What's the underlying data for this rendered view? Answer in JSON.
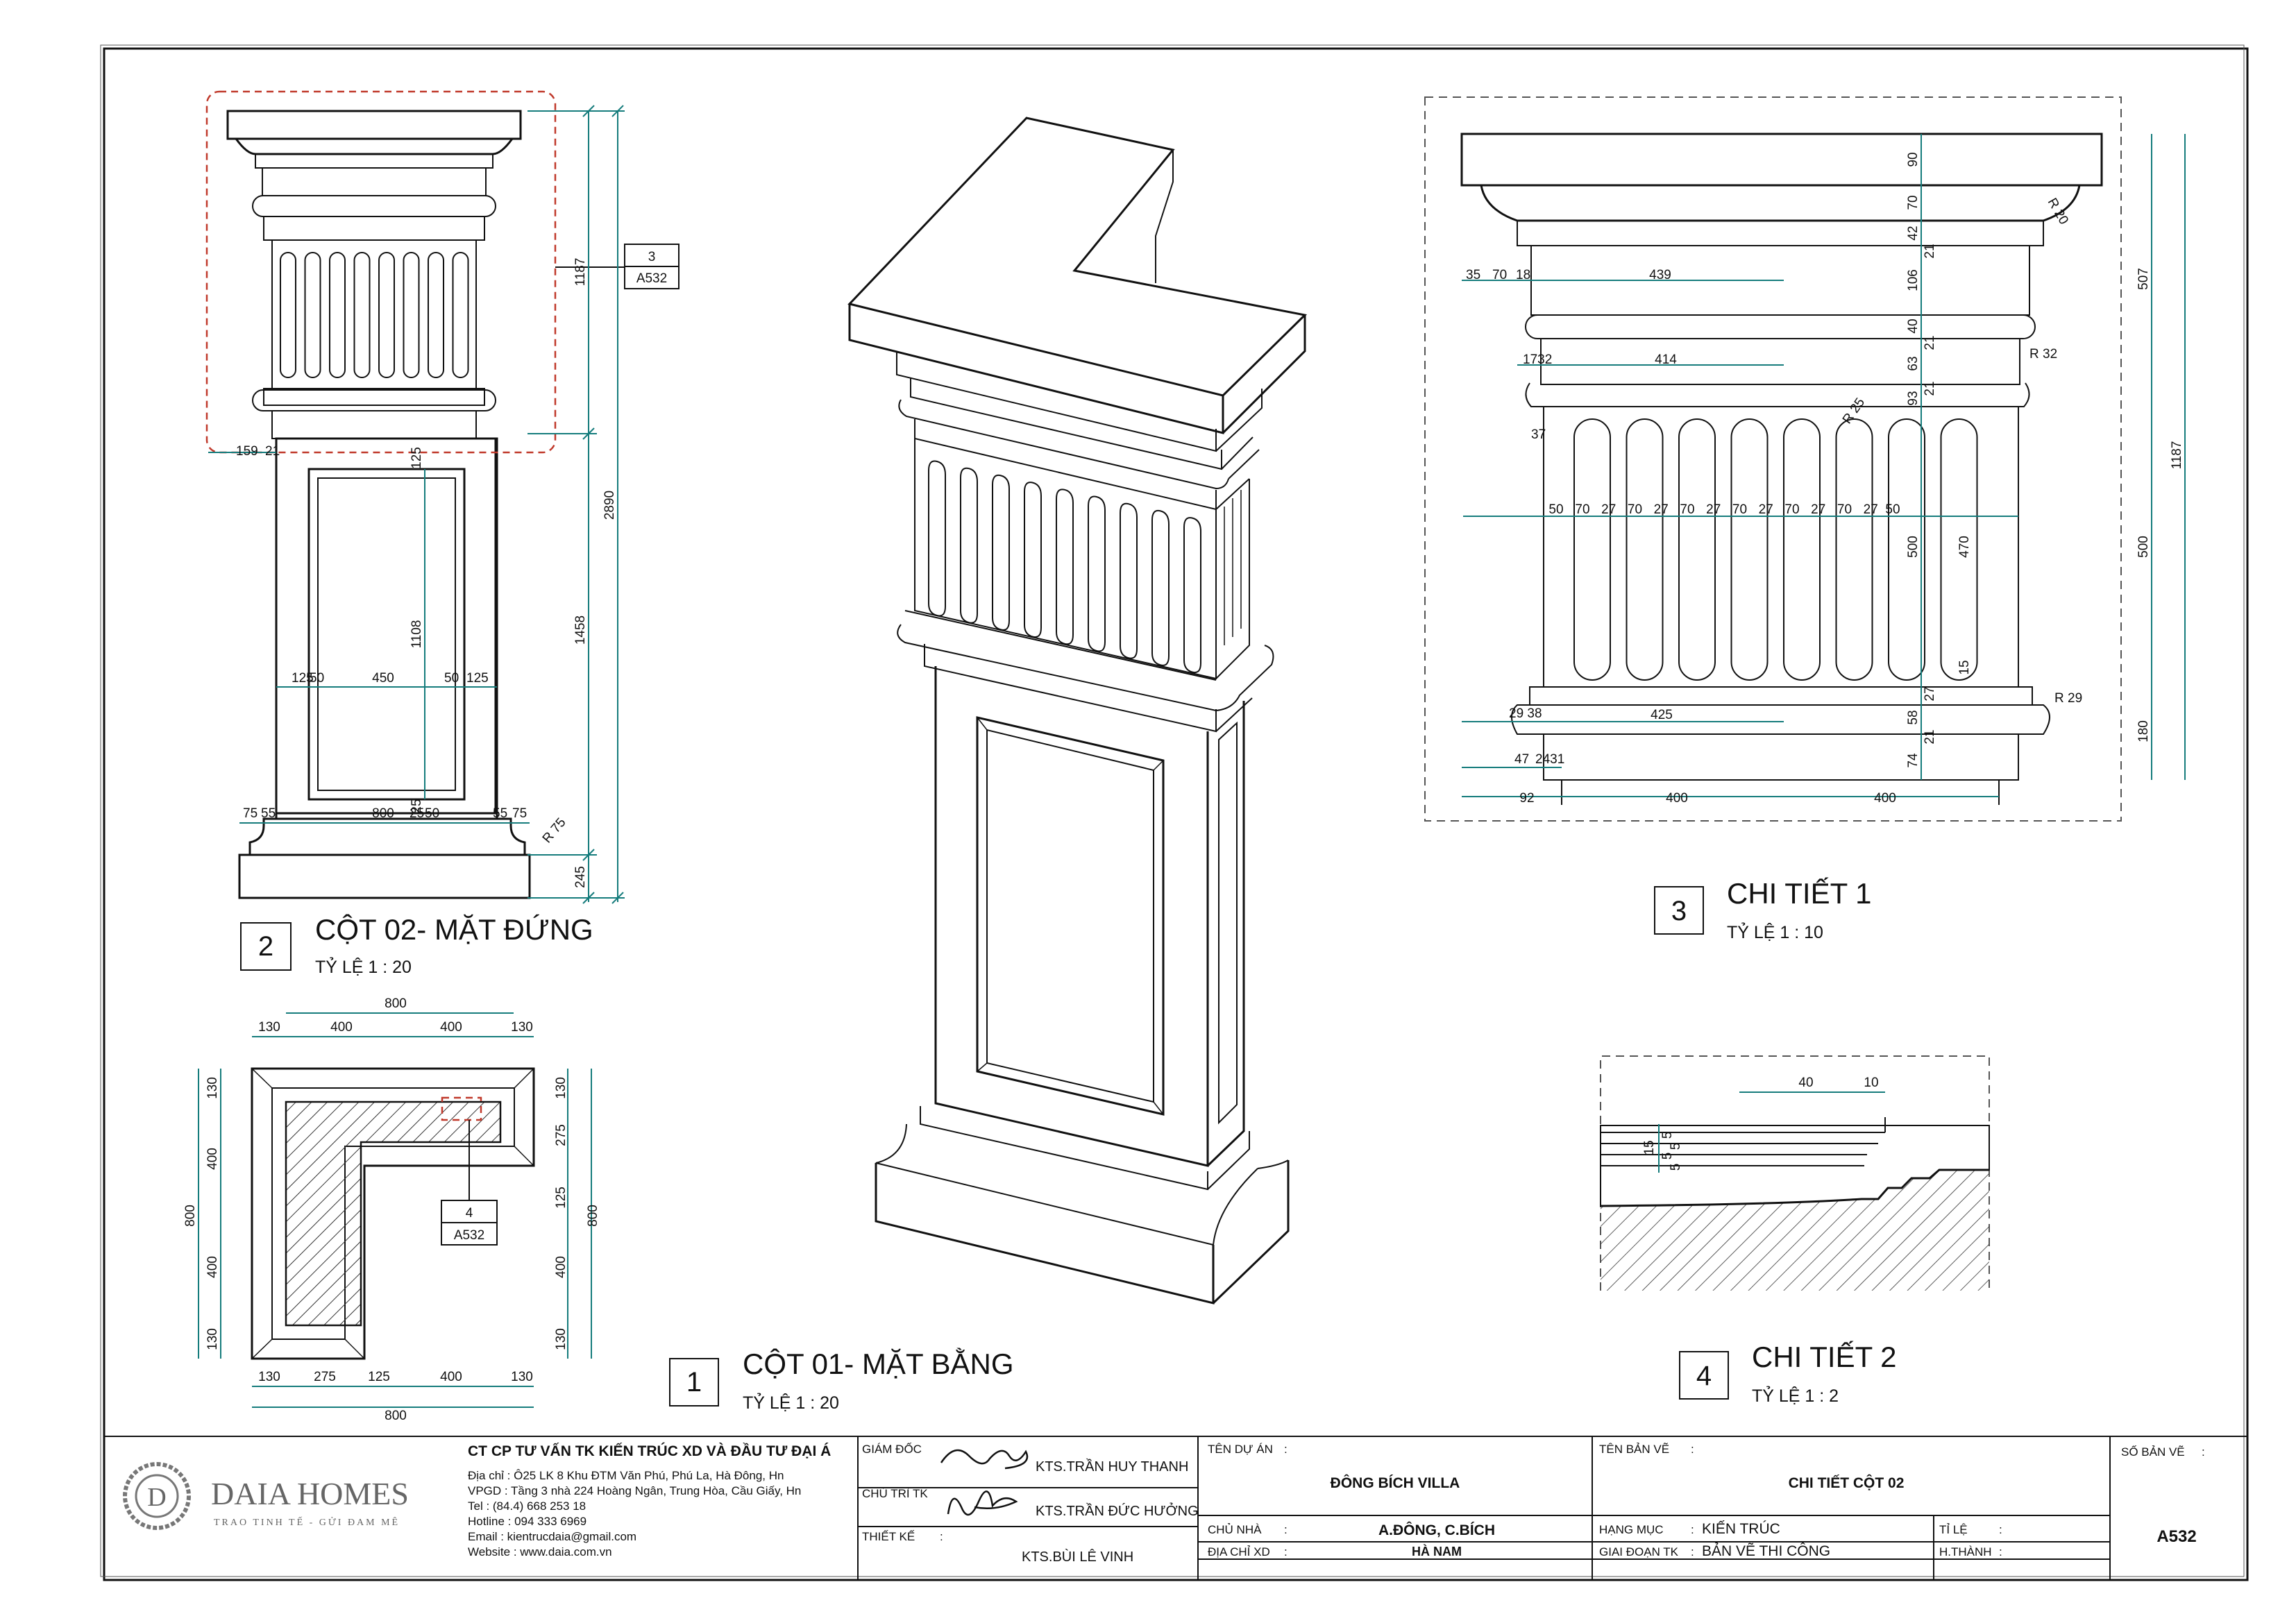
{
  "views": {
    "v1": {
      "number": "1",
      "title": "CỘT 01- MẶT BẰNG",
      "scale": "TỶ LỆ  1 : 20"
    },
    "v2": {
      "number": "2",
      "title": "CỘT 02- MẶT ĐỨNG",
      "scale": "TỶ LỆ  1 : 20"
    },
    "v3": {
      "number": "3",
      "title": "CHI TIẾT 1",
      "scale": "TỶ LỆ  1 : 10"
    },
    "v4": {
      "number": "4",
      "title": "CHI TIẾT 2",
      "scale": "TỶ LỆ  1 : 2"
    }
  },
  "callouts": {
    "c3": {
      "num": "3",
      "sheet": "A532"
    },
    "c4": {
      "num": "4",
      "sheet": "A532"
    }
  },
  "dims": {
    "elev": {
      "h1187": "1187",
      "h2890": "2890",
      "h1458": "1458",
      "h245": "245",
      "h1108": "1108",
      "w125a": "125",
      "w50a": "50",
      "w450": "450",
      "w50b": "50",
      "w125b": "125",
      "w75a": "75",
      "w55a": "55",
      "w800": "800",
      "w25a": "25",
      "w50c": "50",
      "w55b": "55",
      "w75b": "75",
      "w159": "159",
      "w21": "21",
      "h125": "125",
      "h25": "25",
      "r75": "R 75"
    },
    "plan": {
      "top800": "800",
      "t130a": "130",
      "t400a": "400",
      "t400b": "400",
      "t130b": "130",
      "b130a": "130",
      "b275": "275",
      "b125": "125",
      "b400": "400",
      "b130b": "130",
      "bot800": "800",
      "l130a": "130",
      "l400a": "400",
      "l800": "800",
      "l400b": "400",
      "l130b": "130",
      "r130a": "130",
      "r275": "275",
      "r125": "125",
      "r800": "800",
      "r400": "400",
      "r130b": "130"
    },
    "d1": {
      "w35": "35",
      "w70": "70",
      "w18": "18",
      "w439": "439",
      "w1732": "1732",
      "w414": "414",
      "w37": "37",
      "fl": [
        "50",
        "70",
        "27",
        "70",
        "27",
        "70",
        "27",
        "70",
        "27",
        "70",
        "27",
        "70",
        "27",
        "50"
      ],
      "w2938": "29 38",
      "w425": "425",
      "w47": "47",
      "w2431": "2431",
      "w92": "92",
      "w400a": "400",
      "w400b": "400",
      "v90": "90",
      "v70": "70",
      "v42": "42",
      "v21a": "21",
      "v106": "106",
      "v40": "40",
      "v21b": "21",
      "v63": "63",
      "v93": "93",
      "v21c": "21",
      "v500": "500",
      "v470": "470",
      "v15": "15",
      "v27": "27",
      "v58": "58",
      "v21d": "21",
      "v74": "74",
      "o507": "507",
      "o1187": "1187",
      "o500": "500",
      "o180": "180",
      "r20": "R 20",
      "r32": "R 32",
      "r29": "R 29",
      "r25": "R 25"
    },
    "d2": {
      "w40": "40",
      "w10": "10",
      "v15": "15",
      "v5a": "5",
      "v5b": "5",
      "v5c": "5",
      "v5d": "5"
    }
  },
  "title_block": {
    "company": "CT CP TƯ VẤN TK KIẾN TRÚC XD VÀ ĐẦU TƯ ĐẠI Á",
    "address": "Địa chỉ : Ô25 LK 8 Khu ĐTM Văn Phú,  Phú La, Hà Đông, Hn",
    "vpgd": "VPGD  : Tầng 3 nhà 224 Hoàng Ngân, Trung Hòa, Cầu Giấy, Hn",
    "tel": "Tel        : (84.4) 668 253 18",
    "hotline": "Hotline   : 094 333 6969",
    "email": "Email     : kientrucdaia@gmail.com",
    "website": "Website : www.daia.com.vn",
    "logo_name": "DAIA HOMES",
    "logo_tagline": "TRAO TINH TẾ - GỬI ĐAM MÊ",
    "logo_letter": "D",
    "director_label": "GIÁM ĐỐC",
    "director_name": "KTS.TRẦN HUY THANH",
    "lead_label": "CHỦ TRÌ TK",
    "lead_name": "KTS.TRẦN ĐỨC HƯỞNG",
    "designer_label": "THIẾT KẾ",
    "designer_colon": ":",
    "designer_name": "KTS.BÙI LÊ VINH",
    "project_label": "TÊN DỰ ÁN",
    "project_colon": ":",
    "project_value": "ĐÔNG BÍCH VILLA",
    "owner_label": "CHỦ NHÀ",
    "owner_colon": ":",
    "owner_value": "A.ĐÔNG, C.BÍCH",
    "site_label": "ĐỊA CHỈ XD",
    "site_colon": ":",
    "site_value": "HÀ NAM",
    "drawing_label": "TÊN BẢN VẼ",
    "drawing_colon": ":",
    "drawing_value": "CHI TIẾT CỘT 02",
    "category_label": "HẠNG MỤC",
    "category_colon": ":",
    "category_value": "KIẾN TRÚC",
    "phase_label": "GIAI ĐOẠN TK",
    "phase_colon": ":",
    "phase_value": "BẢN VẼ THI CÔNG",
    "scale_label": "TỈ LỆ",
    "scale_colon": ":",
    "done_label": "H.THÀNH",
    "done_colon": ":",
    "sheetno_label": "SỐ BẢN VẼ",
    "sheetno_colon": ":",
    "sheetno_value": "A532"
  },
  "colors": {
    "dimension": "#157c7c",
    "callout": "#c0392b",
    "line": "#111111"
  }
}
